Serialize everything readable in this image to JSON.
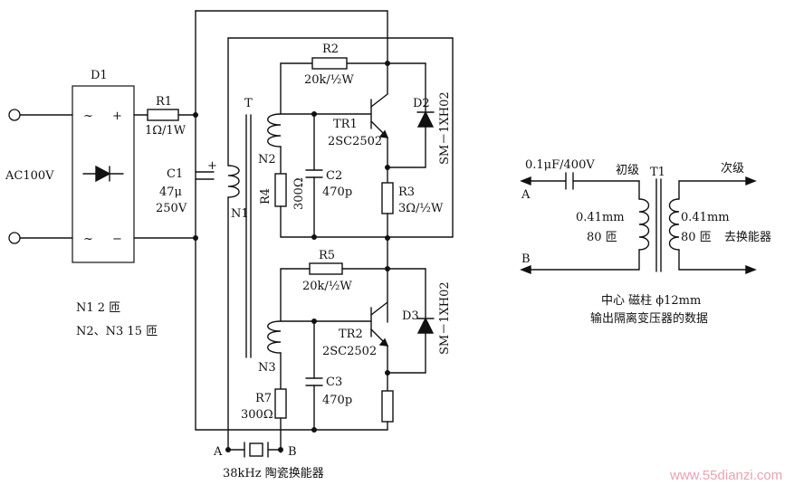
{
  "labels": {
    "d1": "D1",
    "ac": "AC100V",
    "plus": "+",
    "minus": "−",
    "tilde": "~",
    "r1": "R1",
    "r1_val": "1Ω/1W",
    "c1": "C1",
    "c1_val1": "47μ",
    "c1_val2": "250V",
    "t": "T",
    "n1": "N1",
    "n2": "N2",
    "n3": "N3",
    "r2": "R2",
    "r2_val": "20k/½W",
    "tr1": "TR1",
    "tr1_part": "2SC2502",
    "d2": "D2",
    "sm_top": "SM－1XH02",
    "r4": "R4",
    "r4_val": "300Ω",
    "c2": "C2",
    "c2_val": "470p",
    "r3": "R3",
    "r3_val": "3Ω/½W",
    "r5": "R5",
    "r5_val": "20k/½W",
    "tr2": "TR2",
    "tr2_part": "2SC2502",
    "d3": "D3",
    "sm_bottom": "SM－1XH02",
    "c3": "C3",
    "c3_val": "470p",
    "r7": "R7",
    "r7_val": "300Ω",
    "a": "A",
    "b": "B",
    "transducer": "38kHz 陶瓷换能器",
    "turns_n1": "N1 2 匝",
    "turns_n23": "N2、N3 15 匝",
    "cap_out": "0.1μF/400V",
    "primary": "初级",
    "t1": "T1",
    "secondary": "次级",
    "out_a": "A",
    "out_b": "B",
    "wire_p": "0.41mm",
    "turns_p": "80 匝",
    "wire_s": "0.41mm",
    "turns_s": "80 匝",
    "to_transducer": "去换能器",
    "core": "中心 磁柱 ϕ12mm",
    "caption": "输出隔离变压器的数据",
    "watermark": "www.55dianzi.com"
  }
}
